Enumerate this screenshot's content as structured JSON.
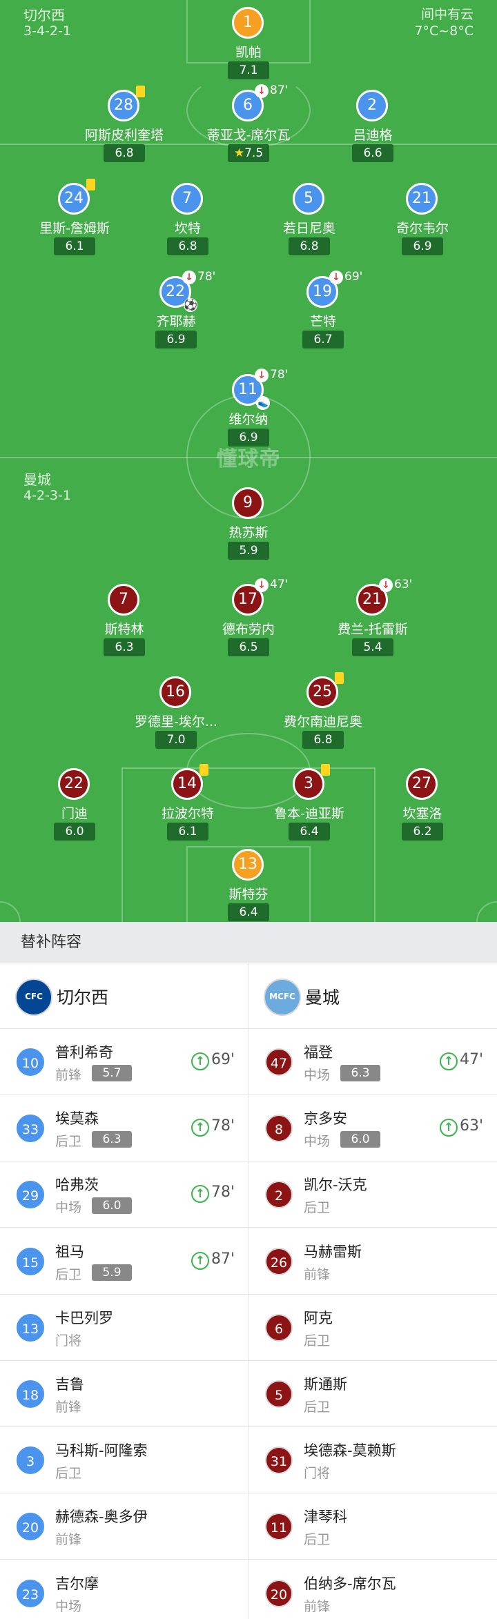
{
  "home": {
    "name": "切尔西",
    "formation": "3-4-2-1"
  },
  "away": {
    "name": "曼城",
    "formation": "4-2-3-1"
  },
  "weather": {
    "condition": "间中有云",
    "temp": "7°C~8°C"
  },
  "watermark": "懂球帝",
  "pitch_players": [
    {
      "num": "1",
      "name": "凯帕",
      "rating": "7.1",
      "team": "gk"
    },
    {
      "num": "28",
      "name": "阿斯皮利奎塔",
      "rating": "6.8",
      "team": "blue",
      "yellow": true
    },
    {
      "num": "6",
      "name": "蒂亚戈-席尔瓦",
      "rating": "7.5",
      "team": "blue",
      "sub": "87'",
      "star": true
    },
    {
      "num": "2",
      "name": "吕迪格",
      "rating": "6.6",
      "team": "blue"
    },
    {
      "num": "24",
      "name": "里斯-詹姆斯",
      "rating": "6.1",
      "team": "blue",
      "yellow": true
    },
    {
      "num": "7",
      "name": "坎特",
      "rating": "6.8",
      "team": "blue"
    },
    {
      "num": "5",
      "name": "若日尼奥",
      "rating": "6.8",
      "team": "blue"
    },
    {
      "num": "21",
      "name": "奇尔韦尔",
      "rating": "6.9",
      "team": "blue"
    },
    {
      "num": "22",
      "name": "齐耶赫",
      "rating": "6.9",
      "team": "blue",
      "sub": "78'",
      "goal": true
    },
    {
      "num": "19",
      "name": "芒特",
      "rating": "6.7",
      "team": "blue",
      "sub": "69'"
    },
    {
      "num": "11",
      "name": "维尔纳",
      "rating": "6.9",
      "team": "blue",
      "sub": "78'",
      "assist": true
    },
    {
      "num": "9",
      "name": "热苏斯",
      "rating": "5.9",
      "team": "red"
    },
    {
      "num": "7",
      "name": "斯特林",
      "rating": "6.3",
      "team": "red"
    },
    {
      "num": "17",
      "name": "德布劳内",
      "rating": "6.5",
      "team": "red",
      "sub": "47'"
    },
    {
      "num": "21",
      "name": "费兰-托雷斯",
      "rating": "5.4",
      "team": "red",
      "sub": "63'"
    },
    {
      "num": "16",
      "name": "罗德里-埃尔...",
      "rating": "7.0",
      "team": "red"
    },
    {
      "num": "25",
      "name": "费尔南迪尼奥",
      "rating": "6.8",
      "team": "red",
      "yellow": true
    },
    {
      "num": "22",
      "name": "门迪",
      "rating": "6.0",
      "team": "red"
    },
    {
      "num": "14",
      "name": "拉波尔特",
      "rating": "6.1",
      "team": "red",
      "yellow": true
    },
    {
      "num": "3",
      "name": "鲁本-迪亚斯",
      "rating": "6.4",
      "team": "red",
      "yellow": true
    },
    {
      "num": "27",
      "name": "坎塞洛",
      "rating": "6.2",
      "team": "red"
    },
    {
      "num": "13",
      "name": "斯特芬",
      "rating": "6.4",
      "team": "gk"
    }
  ],
  "substitutes": {
    "header": "替补阵容",
    "home_team": "切尔西",
    "away_team": "曼城",
    "home_logo_text": "CFC",
    "away_logo_text": "MCFC",
    "home": [
      {
        "num": "10",
        "name": "普利希奇",
        "pos": "前锋",
        "rating": "5.7",
        "in": "69'"
      },
      {
        "num": "33",
        "name": "埃莫森",
        "pos": "后卫",
        "rating": "6.3",
        "in": "78'"
      },
      {
        "num": "29",
        "name": "哈弗茨",
        "pos": "中场",
        "rating": "6.0",
        "in": "78'"
      },
      {
        "num": "15",
        "name": "祖马",
        "pos": "后卫",
        "rating": "5.9",
        "in": "87'"
      },
      {
        "num": "13",
        "name": "卡巴列罗",
        "pos": "门将"
      },
      {
        "num": "18",
        "name": "吉鲁",
        "pos": "前锋"
      },
      {
        "num": "3",
        "name": "马科斯-阿隆索",
        "pos": "后卫"
      },
      {
        "num": "20",
        "name": "赫德森-奥多伊",
        "pos": "前锋"
      },
      {
        "num": "23",
        "name": "吉尔摩",
        "pos": "中场"
      }
    ],
    "away": [
      {
        "num": "47",
        "name": "福登",
        "pos": "中场",
        "rating": "6.3",
        "in": "47'"
      },
      {
        "num": "8",
        "name": "京多安",
        "pos": "中场",
        "rating": "6.0",
        "in": "63'"
      },
      {
        "num": "2",
        "name": "凯尔-沃克",
        "pos": "后卫"
      },
      {
        "num": "26",
        "name": "马赫雷斯",
        "pos": "前锋"
      },
      {
        "num": "6",
        "name": "阿克",
        "pos": "后卫"
      },
      {
        "num": "5",
        "name": "斯通斯",
        "pos": "后卫"
      },
      {
        "num": "31",
        "name": "埃德森-莫赖斯",
        "pos": "门将"
      },
      {
        "num": "11",
        "name": "津琴科",
        "pos": "后卫"
      },
      {
        "num": "20",
        "name": "伯纳多-席尔瓦",
        "pos": "前锋"
      }
    ]
  },
  "colors": {
    "pitch": "#43ad4a",
    "home": "#4a94ee",
    "away": "#8c1414",
    "goalkeeper": "#f5a020",
    "yellow_card": "#ffd61f"
  },
  "icons": {
    "sub_out": "red-down-arrow-icon",
    "sub_in": "green-up-arrow-icon",
    "goal": "football-icon",
    "assist": "boot-icon",
    "best_player": "star-icon"
  }
}
